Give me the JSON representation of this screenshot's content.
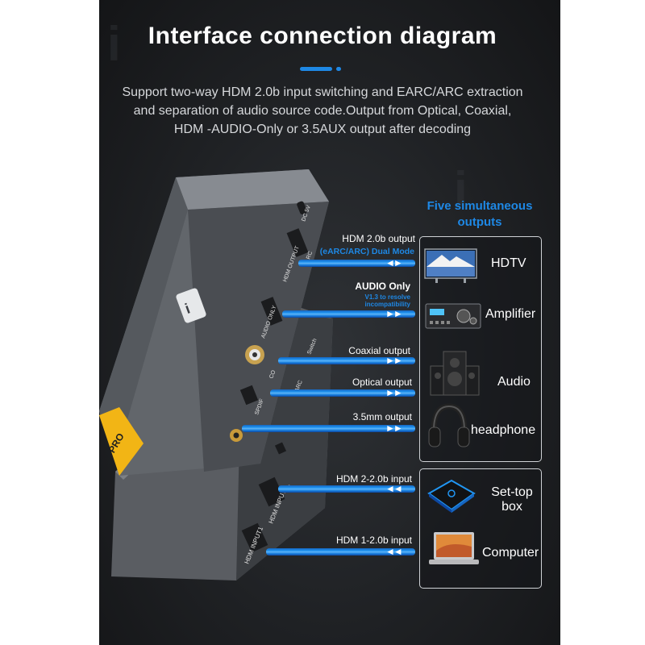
{
  "title": "Interface connection diagram",
  "description": [
    "Support two-way HDM 2.0b input switching and EARC/ARC extraction",
    "and separation of audio source code.Output from Optical, Coaxial,",
    "HDM -AUDIO-Only or 3.5AUX output after decoding"
  ],
  "outputs_heading": [
    "Five simultaneous",
    "outputs"
  ],
  "device_panel": {
    "dc": "DC 5V",
    "hdmi_output": "HDM OUTPUT",
    "earc": "eARC",
    "audio_only": "AUDIO ONLY",
    "coaxial": "CO",
    "spdif": "SPDIF",
    "pro_badge": "PRO",
    "switch": "Switch",
    "earc2": "eARC",
    "ir": "IR",
    "hdmi_input2": "HDM INPUT2",
    "hdmi_input1": "HDM INPUT1"
  },
  "connections": [
    {
      "label": "HDM 2.0b output",
      "sub": "(eARC/ARC) Dual Mode",
      "arrows": "◄►"
    },
    {
      "label": "AUDIO Only",
      "sub": "V1.3 to resolve incompatibility",
      "arrows": "►►"
    },
    {
      "label": "Coaxial output",
      "sub": "",
      "arrows": "►►"
    },
    {
      "label": "Optical output",
      "sub": "",
      "arrows": "►►"
    },
    {
      "label": "3.5mm output",
      "sub": "",
      "arrows": "►►"
    },
    {
      "label": "HDM 2-2.0b input",
      "sub": "",
      "arrows": "◄◄"
    },
    {
      "label": "HDM 1-2.0b input",
      "sub": "",
      "arrows": "◄◄"
    }
  ],
  "outputs": [
    "HDTV",
    "Amplifier",
    "Audio",
    "headphone"
  ],
  "inputs": [
    "Set-top box",
    "Computer"
  ],
  "colors": {
    "accent": "#1e88e5",
    "background": "#1f2124",
    "text": "#ffffff"
  }
}
